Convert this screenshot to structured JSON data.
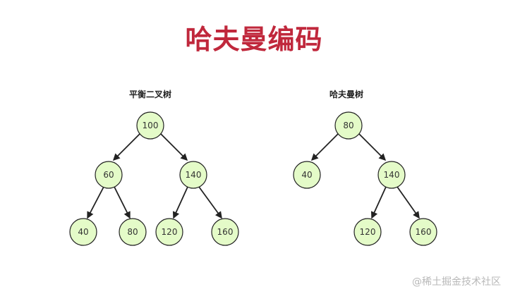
{
  "title": "哈夫曼编码",
  "watermark": "@稀土掘金技术社区",
  "colors": {
    "title": "#c0283c",
    "node_fill": "#e4fbc8",
    "node_stroke": "#222222",
    "edge": "#222222",
    "label": "#333333"
  },
  "trees": {
    "balanced": {
      "title": "平衡二叉树",
      "nodes": {
        "n100": "100",
        "n60": "60",
        "n140": "140",
        "n40": "40",
        "n80": "80",
        "n120": "120",
        "n160": "160"
      }
    },
    "huffman": {
      "title": "哈夫曼树",
      "nodes": {
        "n80": "80",
        "n40": "40",
        "n140": "140",
        "n120": "120",
        "n160": "160"
      }
    }
  }
}
